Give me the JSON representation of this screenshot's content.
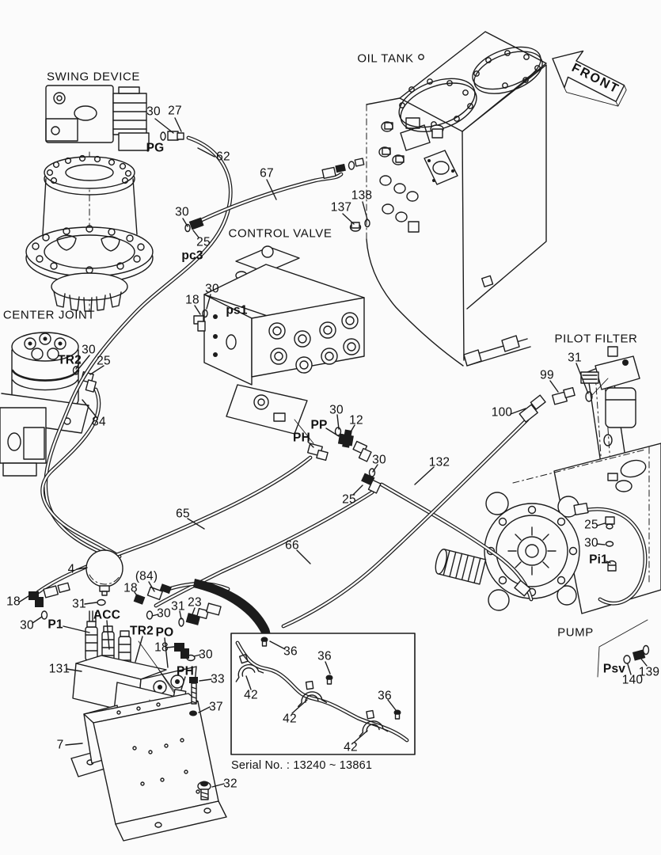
{
  "headings": {
    "swing_device": "SWING DEVICE",
    "oil_tank": "OIL TANK",
    "control_valve": "CONTROL VALVE",
    "center_joint": "CENTER JOINT",
    "pilot_filter": "PILOT FILTER",
    "pump": "PUMP",
    "front": "FRONT"
  },
  "ports": {
    "pg": "PG",
    "pc3": "pc3",
    "ps1": "ps1",
    "tr2_cj": "TR2",
    "pp": "PP",
    "ph_cv": "PH",
    "acc": "ACC",
    "p1": "P1",
    "tr2_blk": "TR2",
    "po": "PO",
    "ph_blk": "PH",
    "pi1": "Pi1",
    "psv": "Psv"
  },
  "callouts": {
    "n30_pg": "30",
    "n27": "27",
    "n62": "62",
    "n67": "67",
    "n137": "137",
    "n138": "138",
    "n30_pc3": "30",
    "n25_pc3": "25",
    "n18_ps1": "18",
    "n30_ps1": "30",
    "n30_cj": "30",
    "n25_cj": "25",
    "n84": "84",
    "n31_pf": "31",
    "n99": "99",
    "n100": "100",
    "n30_pp": "30",
    "n12": "12",
    "n30_mid": "30",
    "n25_mid": "25",
    "n132": "132",
    "n65": "65",
    "n66": "66",
    "n4": "4",
    "n18_l": "18",
    "n30_l": "30",
    "n31_acc": "31",
    "n84_p": "(84)",
    "n18_84": "18",
    "n30_blk": "30",
    "n31_blk": "31",
    "n23": "23",
    "n18_blk": "18",
    "n30_blk2": "30",
    "n131": "131",
    "n33": "33",
    "n37": "37",
    "n7": "7",
    "n32": "32",
    "n36a": "36",
    "n36b": "36",
    "n36c": "36",
    "n42a": "42",
    "n42b": "42",
    "n42c": "42",
    "n25_pump": "25",
    "n30_pump": "30",
    "n140": "140",
    "n139": "139"
  },
  "inset": {
    "serial_note": "Serial No. : 13240 ~ 13861"
  }
}
